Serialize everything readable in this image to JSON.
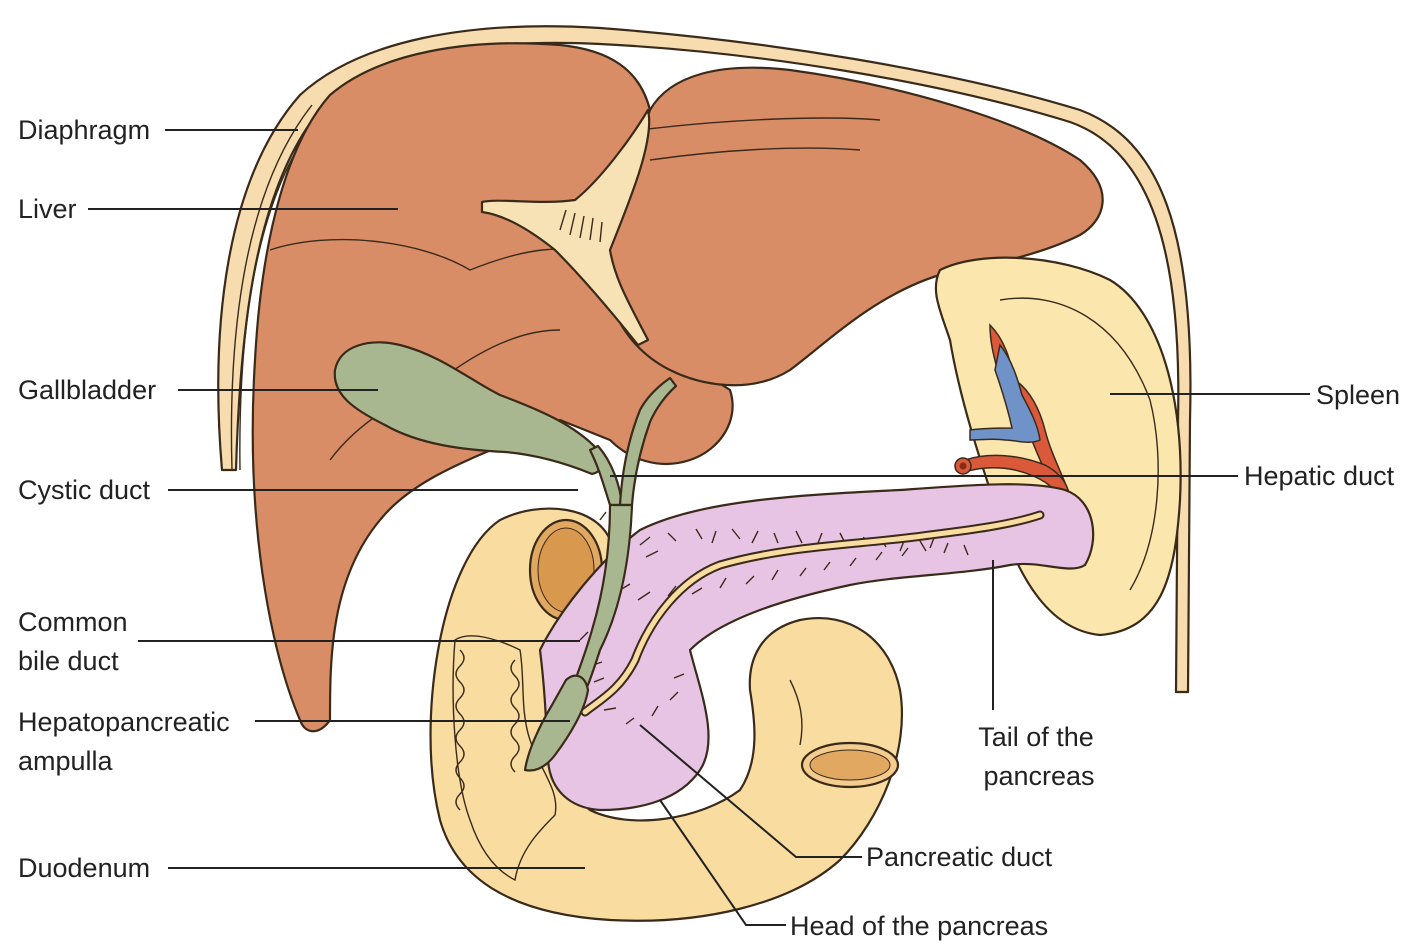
{
  "labels": {
    "diaphragm": "Diaphragm",
    "liver": "Liver",
    "gallbladder": "Gallbladder",
    "cystic_duct": "Cystic duct",
    "common_bile_duct_1": "Common",
    "common_bile_duct_2": "bile duct",
    "ampulla_1": "Hepatopancreatic",
    "ampulla_2": "ampulla",
    "duodenum": "Duodenum",
    "spleen": "Spleen",
    "hepatic_duct": "Hepatic duct",
    "tail_1": "Tail of the",
    "tail_2": "pancreas",
    "pancreatic_duct": "Pancreatic duct",
    "head": "Head of the pancreas"
  },
  "colors": {
    "liver": "#d98d66",
    "liver_dark": "#c9714c",
    "diaphragm": "#f6dcae",
    "gallbladder": "#a9b790",
    "duodenum": "#f9dca0",
    "duodenum_inner": "#e0a860",
    "pancreas": "#e8c4e4",
    "spleen": "#fbe6ae",
    "artery": "#d9593a",
    "vein": "#6f93c9"
  }
}
